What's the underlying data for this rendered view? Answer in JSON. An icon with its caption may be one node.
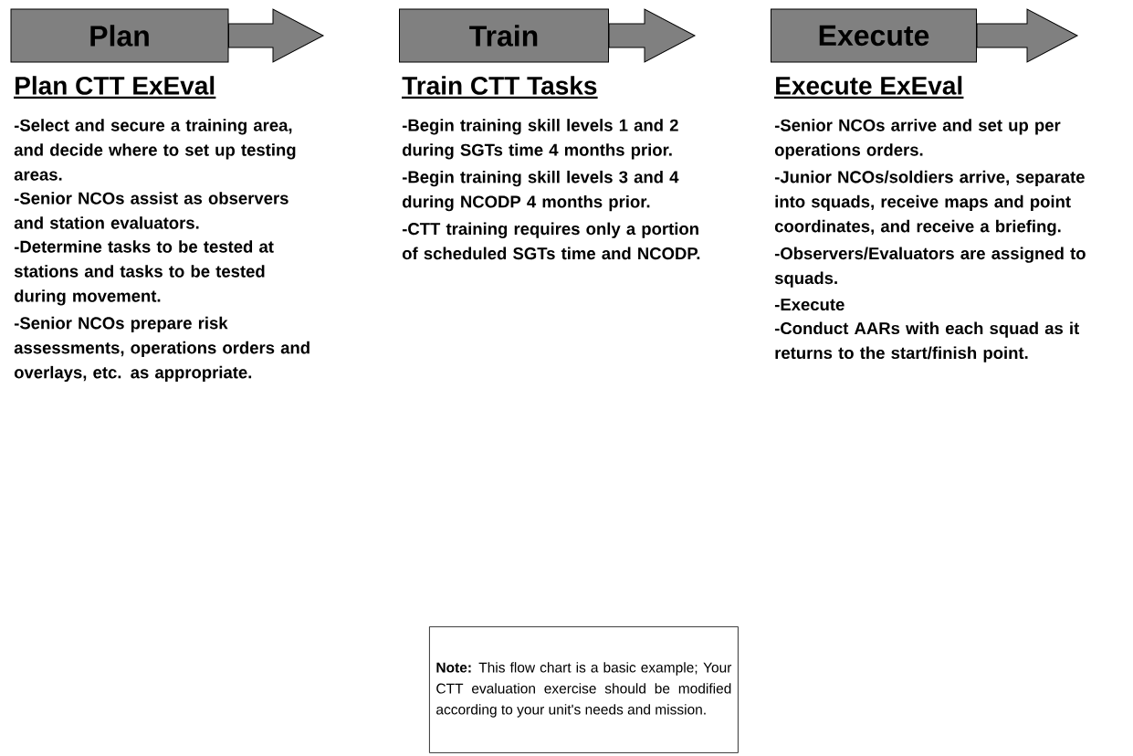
{
  "diagram": {
    "nodes": [
      {
        "text": [
          "Plan"
        ]
      },
      {
        "text": [
          "Train"
        ]
      },
      {
        "text": [
          "Execute"
        ]
      },
      {
        "text": [
          "**Note:** This flow chart is a basic example; Your CTT evaluation exercise should be modified according to your unit's needs and mission."
        ]
      }
    ],
    "edges": [
      {
        "from": 0,
        "to": 1,
        "arrow": "to"
      },
      {
        "from": 1,
        "to": 2,
        "arrow": "to"
      },
      {
        "from": 2,
        "to": null,
        "arrow": "to"
      }
    ],
    "labels": [
      "Plan CTT ExEval",
      "-Select and secure a training area, and decide where to set up testing areas.",
      "-Senior NCOs assist as observers and station evaluators.",
      "-Determine tasks to be tested at stations and tasks to be tested during movement.",
      "-Senior NCOs prepare risk assessments, operations orders and overlays, etc. as appropriate.",
      "Train CTT Tasks",
      "-Begin training skill levels 1 and 2 during SGTs time 4 months prior.",
      "-Begin training skill levels 3 and 4 during NCODP 4 months prior.",
      "-CTT training requires only a portion of scheduled SGTs time and NCODP.",
      "Execute ExEval",
      "-Senior NCOs arrive and set up per operations orders.",
      "-Junior NCOs/soldiers arrive, separate into squads, receive maps and point coordinates, and receive a briefing.",
      "-Observers/Evaluators are assigned to squads.",
      "-Execute",
      "-Conduct AARs with each squad as it returns to the start/finish point."
    ]
  }
}
